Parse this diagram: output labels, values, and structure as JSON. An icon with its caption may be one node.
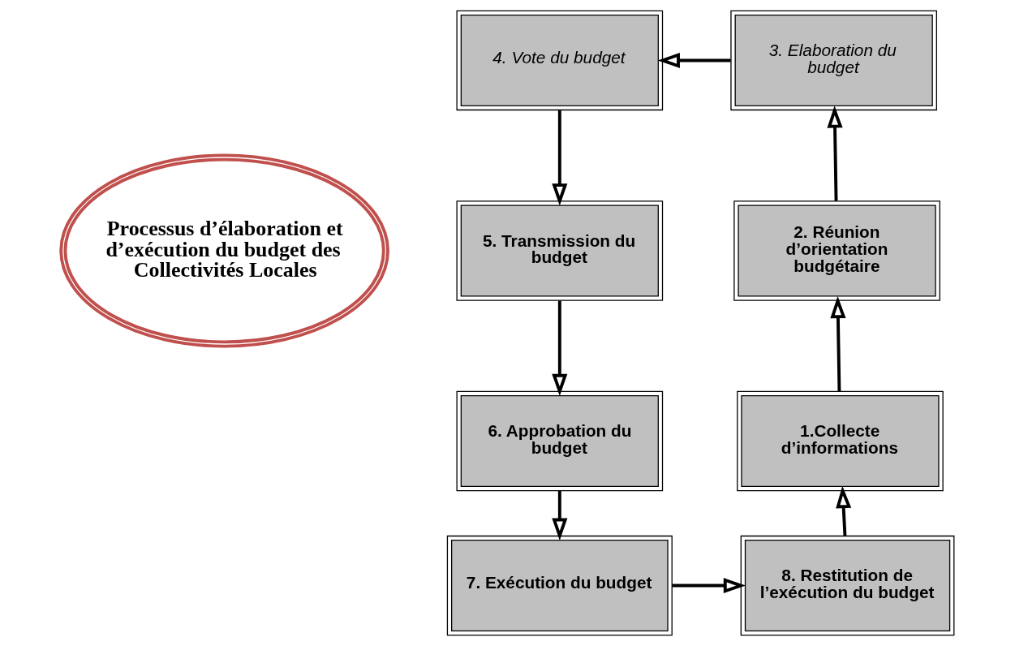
{
  "diagram": {
    "nodes": [
      {
        "text": [
          "Processus d’élaboration et d’exécution du budget des Collectivités Locales"
        ]
      },
      {
        "text": [
          "1.Collecte d’informations"
        ]
      },
      {
        "text": [
          "2. Réunion d’orientation budgétaire"
        ]
      },
      {
        "text": [
          "3. Elaboration du budget"
        ]
      },
      {
        "text": [
          "4. Vote du budget"
        ]
      },
      {
        "text": [
          "5. Transmission du budget"
        ]
      },
      {
        "text": [
          "6. Approbation du budget"
        ]
      },
      {
        "text": [
          "7. Exécution du budget"
        ]
      },
      {
        "text": [
          "8. Restitution de l’exécution du budget"
        ]
      }
    ],
    "edges": [
      {
        "from": 1,
        "to": 2,
        "arrow": "to"
      },
      {
        "from": 2,
        "to": 3,
        "arrow": "to"
      },
      {
        "from": 3,
        "to": 4,
        "arrow": "to"
      },
      {
        "from": 4,
        "to": 5,
        "arrow": "to"
      },
      {
        "from": 5,
        "to": 6,
        "arrow": "to"
      },
      {
        "from": 6,
        "to": 7,
        "arrow": "to"
      },
      {
        "from": 7,
        "to": 8,
        "arrow": "to"
      },
      {
        "from": 8,
        "to": 1,
        "arrow": "to"
      }
    ]
  }
}
